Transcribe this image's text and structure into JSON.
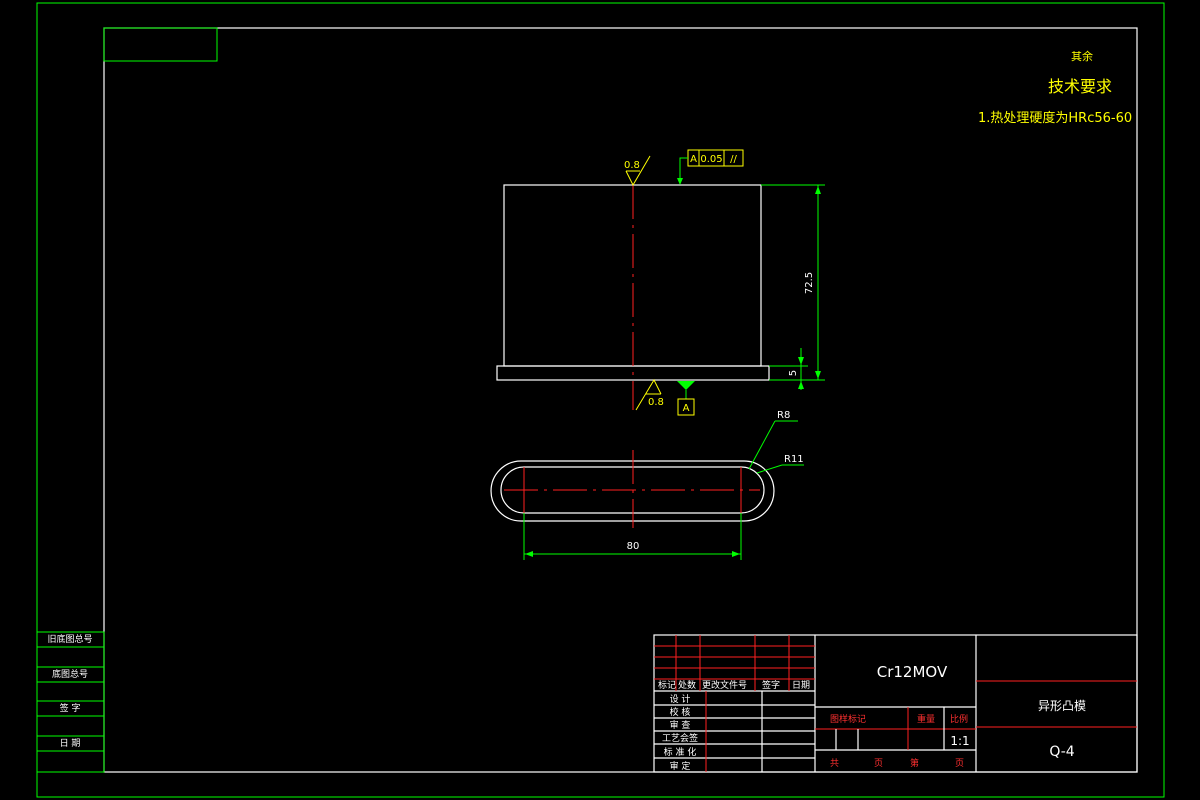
{
  "technical_requirements": {
    "other": "其余",
    "title": "技术要求",
    "item1": "1.热处理硬度为HRc56-60"
  },
  "annotations": {
    "roughness_top": "0.8",
    "roughness_bottom": "0.8",
    "datum_frame_letter": "A",
    "tolerance_value": "0.05",
    "parallel_symbol": "//",
    "datum_label": "A",
    "dim_height": "72.5",
    "dim_base": "5",
    "dim_length": "80",
    "radius_inner": "R8",
    "radius_outer": "R11"
  },
  "left_strip": {
    "old_drawing_no": "旧底图总号",
    "base_drawing_no": "底图总号",
    "signature": "签  字",
    "date": "日  期"
  },
  "title_block": {
    "material": "Cr12MOV",
    "part_name": "异形凸模",
    "drawing_no": "Q-4",
    "scale": "1:1",
    "revision_headers": [
      "标记",
      "处数",
      "更改文件号",
      "签字",
      "日期"
    ],
    "roles": [
      "设  计",
      "校  核",
      "审  查",
      "工艺会签",
      "标 准 化",
      "审  定"
    ],
    "stage_label": "图样标记",
    "weight_label": "重量",
    "scale_label": "比例",
    "sheet_total_a": "共",
    "sheet_total_b": "页",
    "sheet_no_a": "第",
    "sheet_no_b": "页"
  }
}
